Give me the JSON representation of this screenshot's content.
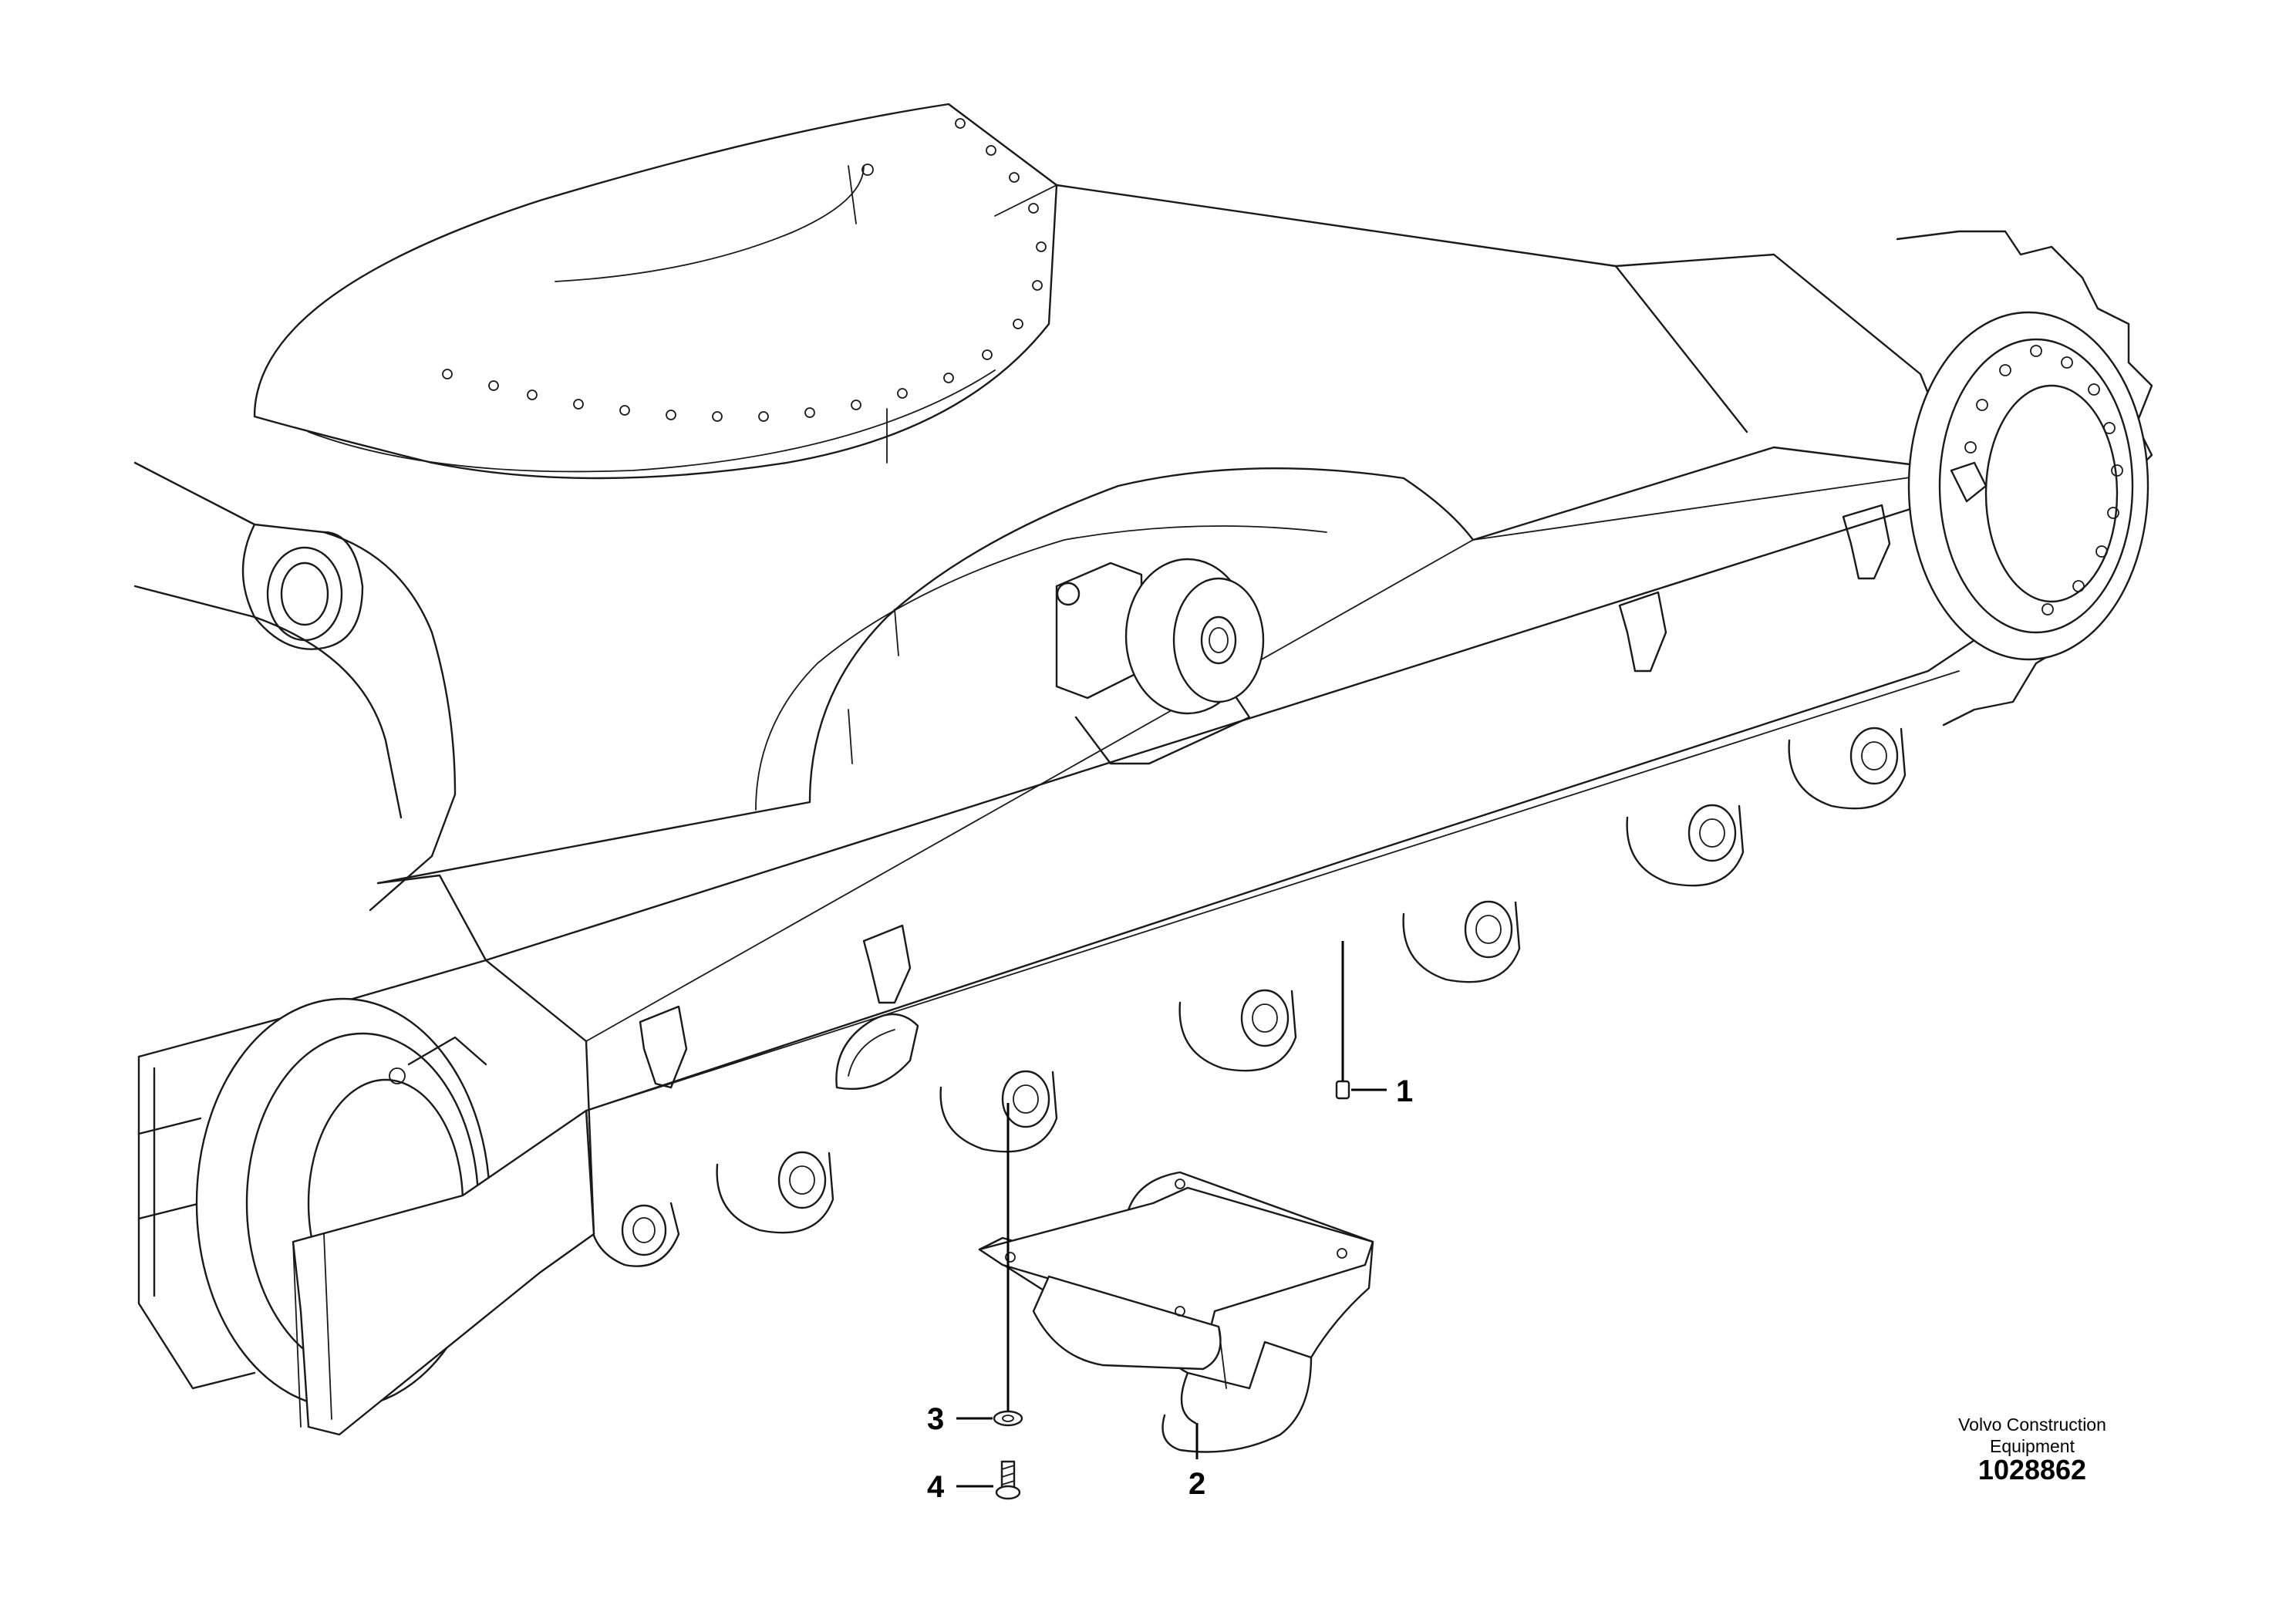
{
  "callouts": [
    {
      "id": "1",
      "part": "bolt"
    },
    {
      "id": "2",
      "part": "track-guard"
    },
    {
      "id": "3",
      "part": "washer"
    },
    {
      "id": "4",
      "part": "screw"
    }
  ],
  "brand": {
    "line1": "Volvo Construction",
    "line2": "Equipment"
  },
  "figure_number": "1028862"
}
